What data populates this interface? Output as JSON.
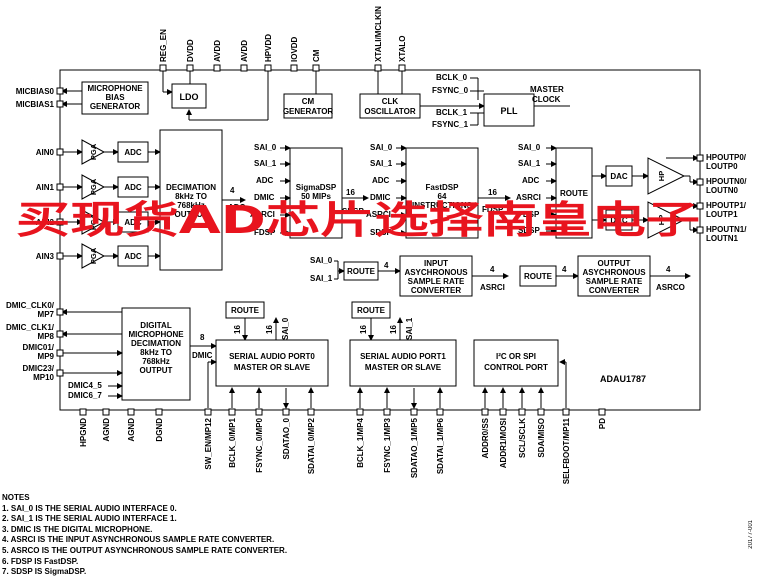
{
  "chip": "ADAU1787",
  "top_pins": [
    "REG_EN",
    "DVDD",
    "AVDD",
    "AVDD",
    "HPVDD",
    "IOVDD",
    "CM",
    "XTALI/MCLKIN",
    "XTALO"
  ],
  "left_pins": [
    "MICBIAS0",
    "MICBIAS1",
    "AIN0",
    "AIN1",
    "AIN2",
    "AIN3",
    "DMIC_CLK0/\nMP7",
    "DMIC_CLK1/\nMP8",
    "DMIC01/\nMP9",
    "DMIC23/\nMP10"
  ],
  "right_pins": [
    "HPOUTP0/\nLOUTP0",
    "HPOUTN0/\nLOUTN0",
    "HPOUTP1/\nLOUTP1",
    "HPOUTN1/\nLOUTN1"
  ],
  "bottom_pins": [
    "HPGND",
    "AGND",
    "AGND",
    "DGND",
    "SW_EN/MP12",
    "BCLK_0/MP1",
    "FSYNC_0/MP0",
    "SDATAO_0",
    "SDATAI_0/MP2",
    "BCLK_1/MP4",
    "FSYNC_1/MP3",
    "SDATAO_1/MP5",
    "SDATAI_1/MP6",
    "ADDR0/SS",
    "ADDR1/MOSI",
    "SCL/SCLK",
    "SDA/MISO",
    "SELFBOOT/MP11",
    "PD"
  ],
  "blocks": {
    "mic_bias": "MICROPHONE\nBIAS\nGENERATOR",
    "ldo": "LDO",
    "cm_gen": "CM\nGENERATOR",
    "clk_osc": "CLK\nOSCILLATOR",
    "pll": "PLL",
    "master_clock": "MASTER\nCLOCK",
    "pga": "PGA",
    "adc": "ADC",
    "decimation": "DECIMATION\n8kHz TO\n768kHz\nOUTPUT",
    "sigmadsp": "SigmaDSP\n50 MIPs",
    "fastdsp": "FastDSP\n64\nINSTRUCTIONS",
    "route": "ROUTE",
    "dac": "DAC",
    "hp": "HP",
    "input_asrc": "INPUT\nASYCHRONOUS\nSAMPLE RATE\nCONVERTER",
    "output_asrc": "OUTPUT\nASYCHRONOUS\nSAMPLE RATE\nCONVERTER",
    "dmic_dec": "DIGITAL\nMICROPHONE\nDECIMATION\n8kHz TO\n768kHz\nOUTPUT",
    "sap0": "SERIAL AUDIO PORT0\nMASTER OR SLAVE",
    "sap1": "SERIAL AUDIO PORT1\nMASTER OR SLAVE",
    "ctrl": "I²C OR SPI\nCONTROL PORT"
  },
  "signals": {
    "bclk0": "BCLK_0",
    "fsync0": "FSYNC_0",
    "bclk1": "BCLK_1",
    "fsync1": "FSYNC_1",
    "sai0": "SAI_0",
    "sai1": "SAI_1",
    "adc": "ADC",
    "dmic": "DMIC",
    "asrci": "ASRCI",
    "fdsp": "FDSP",
    "sdsp": "SDSP",
    "asrco": "ASRCO",
    "dmic45": "DMIC4_5",
    "dmic67": "DMIC6_7",
    "n4": "4",
    "n8": "8",
    "n16": "16"
  },
  "notes_title": "NOTES",
  "notes": [
    "1. SAI_0 IS THE SERIAL AUDIO INTERFACE 0.",
    "2. SAI_1 IS THE SERIAL AUDIO INTERFACE 1.",
    "3. DMIC IS THE DIGITAL MICROPHONE.",
    "4. ASRCI IS THE INPUT ASYNCHRONOUS SAMPLE RATE CONVERTER.",
    "5. ASRCO IS THE OUTPUT ASYNCHRONOUS SAMPLE RATE CONVERTER.",
    "6. FDSP IS FastDSP.",
    "7. SDSP IS SigmaDSP."
  ],
  "doc_id": "20177-001",
  "watermark": "买现货AD芯片选择南皇电子"
}
